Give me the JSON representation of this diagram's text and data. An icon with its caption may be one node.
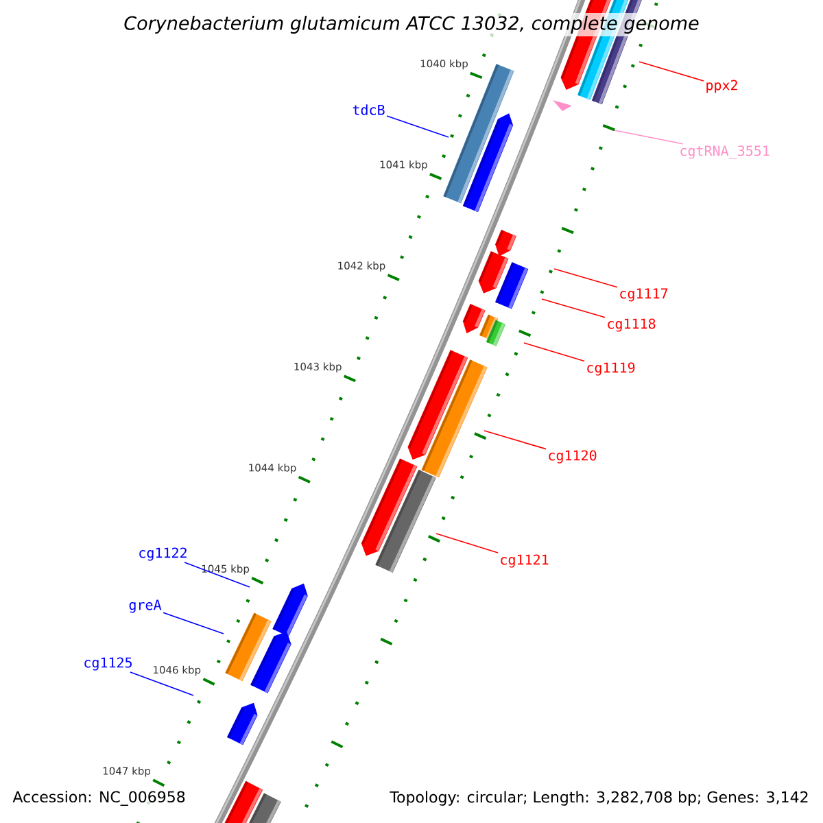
{
  "diagram": {
    "title": "Corynebacterium glutamicum ATCC 13032, complete genome",
    "nodes": [
      {
        "text": [
          "ppx2"
        ]
      },
      {
        "text": [
          "cgtRNA_3551"
        ]
      },
      {
        "text": [
          "tdcB"
        ]
      },
      {
        "text": [
          "cg1117"
        ]
      },
      {
        "text": [
          "cg1118"
        ]
      },
      {
        "text": [
          "cg1119"
        ]
      },
      {
        "text": [
          "cg1120"
        ]
      },
      {
        "text": [
          "cg1121"
        ]
      },
      {
        "text": [
          "cg1122"
        ]
      },
      {
        "text": [
          "greA"
        ]
      },
      {
        "text": [
          "cg1125"
        ]
      }
    ],
    "edges": [
      {
        "from": 0,
        "to": null,
        "arrow": "none"
      },
      {
        "from": 1,
        "to": null,
        "arrow": "none",
        "color": "#ff8fc8"
      },
      {
        "from": 2,
        "to": null,
        "arrow": "none",
        "color": "#0000ff"
      },
      {
        "from": 3,
        "to": null,
        "arrow": "none"
      },
      {
        "from": 4,
        "to": null,
        "arrow": "none"
      },
      {
        "from": 5,
        "to": null,
        "arrow": "none"
      },
      {
        "from": 6,
        "to": null,
        "arrow": "none"
      },
      {
        "from": 7,
        "to": null,
        "arrow": "none"
      },
      {
        "from": 8,
        "to": null,
        "arrow": "none",
        "color": "#0000ff"
      },
      {
        "from": 9,
        "to": null,
        "arrow": "none",
        "color": "#0000ff"
      },
      {
        "from": 10,
        "to": null,
        "arrow": "none",
        "color": "#0000ff"
      }
    ],
    "labels": [
      "1040 kbp",
      "1041 kbp",
      "1042 kbp",
      "1043 kbp",
      "1044 kbp",
      "1045 kbp",
      "1046 kbp",
      "1047 kbp",
      "Accession: NC_006958",
      "Topology: circular; Length: 3,282,708 bp; Genes: 3,142"
    ]
  }
}
